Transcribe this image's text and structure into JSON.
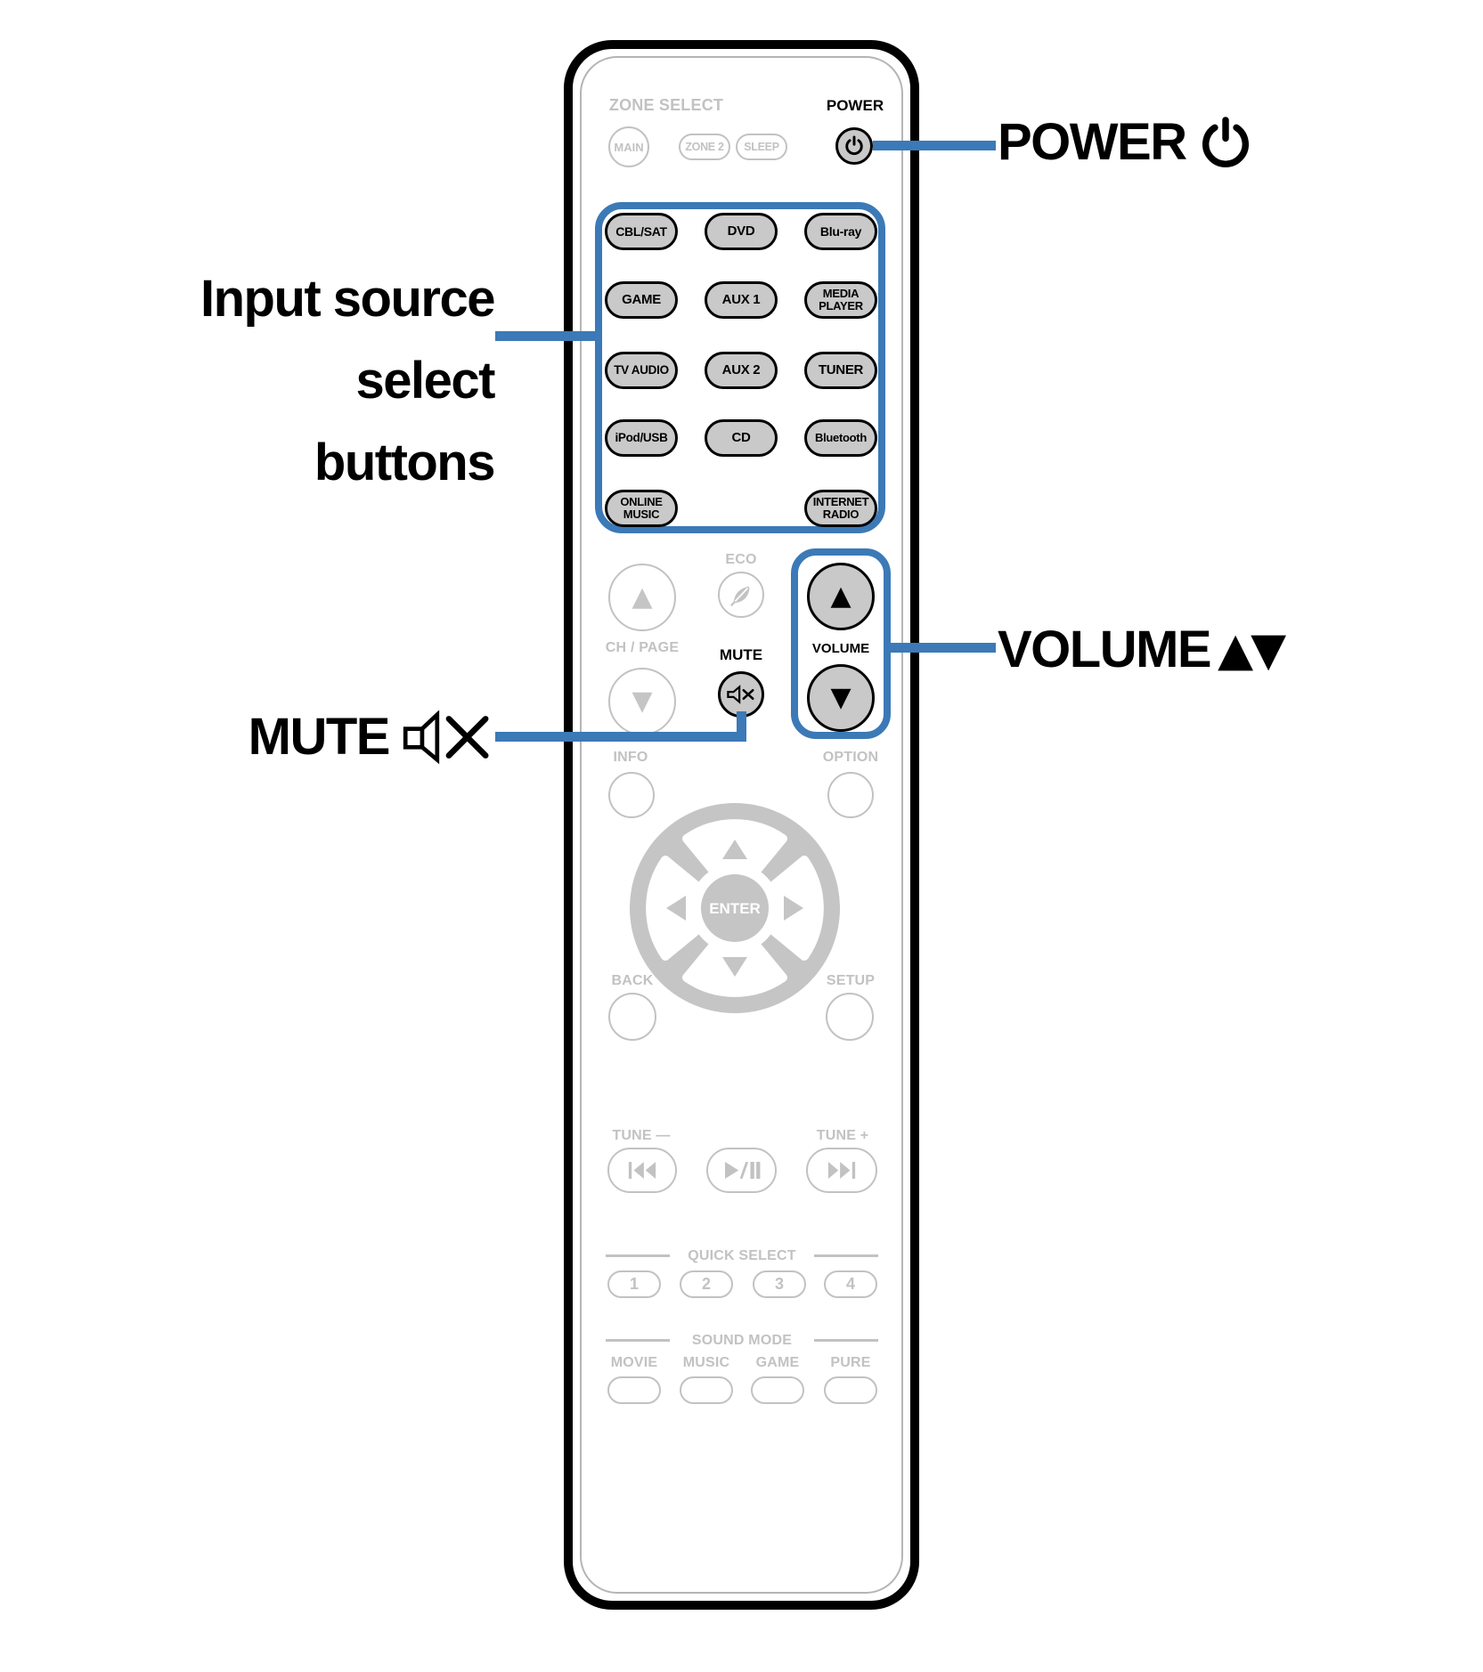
{
  "colors": {
    "accent": "#3c79b7",
    "button_fill": "#c9c9c9",
    "inactive": "#c2c2c2",
    "pad_gray": "#c5c5c5",
    "outline_gray": "#b5b5b5"
  },
  "icons": {
    "up": "▲",
    "down": "▼"
  },
  "callouts": {
    "power": "POWER",
    "input_lines": [
      "Input source",
      "select",
      "buttons"
    ],
    "mute": "MUTE",
    "volume": "VOLUME",
    "volume_arrows": "▲▼"
  },
  "remote": {
    "zone_select": "ZONE SELECT",
    "zone_main": "MAIN",
    "zone_2": "ZONE 2",
    "sleep": "SLEEP",
    "power": "POWER",
    "inputs": {
      "cbl_sat": "CBL/SAT",
      "dvd": "DVD",
      "bluray": "Blu-ray",
      "game": "GAME",
      "aux1": "AUX 1",
      "media_player": "MEDIA\nPLAYER",
      "tv_audio": "TV AUDIO",
      "aux2": "AUX 2",
      "tuner": "TUNER",
      "ipod_usb": "iPod/USB",
      "cd": "CD",
      "bluetooth": "Bluetooth",
      "online_music": "ONLINE\nMUSIC",
      "internet_radio": "INTERNET\nRADIO"
    },
    "eco": "ECO",
    "ch_page": "CH / PAGE",
    "mute": "MUTE",
    "volume": "VOLUME",
    "info": "INFO",
    "option": "OPTION",
    "enter": "ENTER",
    "back": "BACK",
    "setup": "SETUP",
    "tune_minus": "TUNE —",
    "tune_plus": "TUNE +",
    "quick_select": {
      "label": "QUICK SELECT",
      "buttons": [
        "1",
        "2",
        "3",
        "4"
      ]
    },
    "sound_mode": {
      "label": "SOUND MODE",
      "buttons": [
        "MOVIE",
        "MUSIC",
        "GAME",
        "PURE"
      ]
    }
  }
}
